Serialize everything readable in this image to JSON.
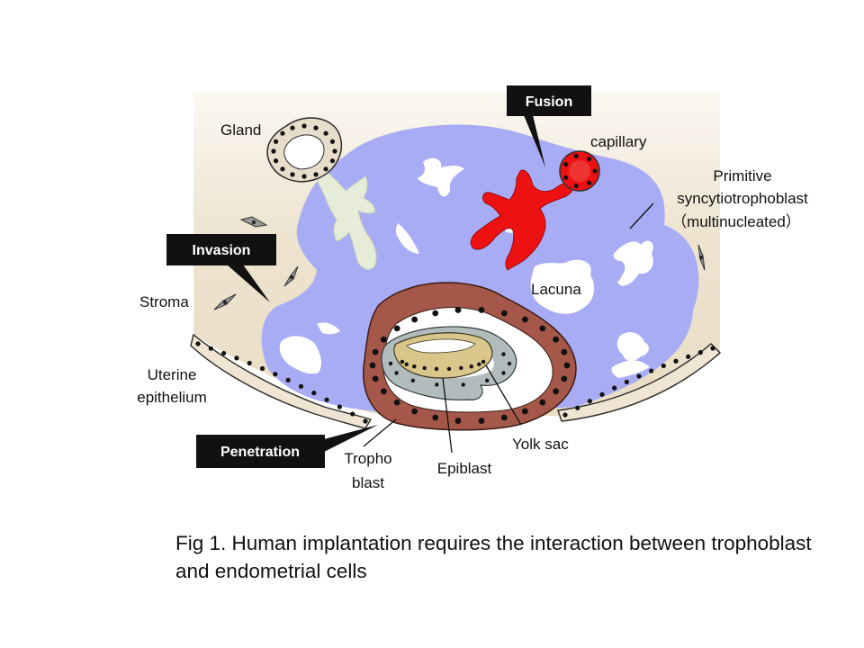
{
  "labels": {
    "gland": "Gland",
    "capillary": "capillary",
    "primitive_line1": "Primitive",
    "primitive_line2": "syncytiotrophoblast",
    "primitive_line3": "（multinucleated）",
    "stroma": "Stroma",
    "lacuna": "Lacuna",
    "uterine_line1": "Uterine",
    "uterine_line2": "epithelium",
    "yolk_sac": "Yolk sac",
    "tropho_line1": "Tropho",
    "tropho_line2": "blast",
    "epiblast": "Epiblast"
  },
  "callouts": {
    "fusion": "Fusion",
    "invasion": "Invasion",
    "penetration": "Penetration"
  },
  "caption": "Fig 1. Human implantation requires the interaction between trophoblast and endometrial cells",
  "colors": {
    "stroma": "#ede3cf",
    "syncytio": "#a8acf4",
    "capillary": "#ee1111",
    "trophoblast": "#a5584a",
    "epiblast": "#d8c68a",
    "yolk_sac": "#b2bcbc",
    "gland": "#e8dccb"
  }
}
